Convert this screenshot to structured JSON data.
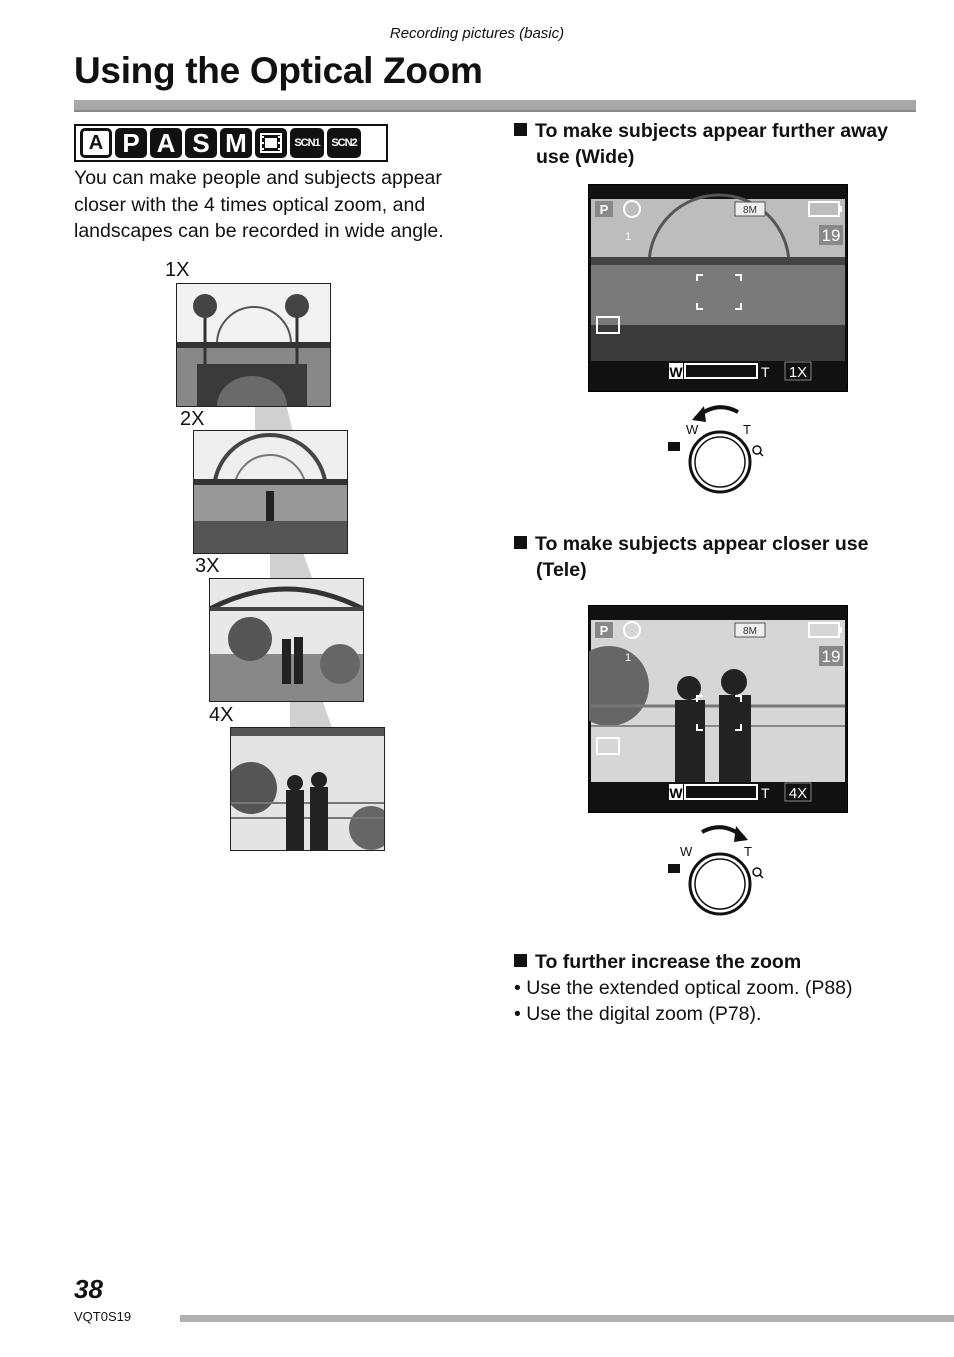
{
  "header_caption": "Recording pictures (basic)",
  "title": "Using the Optical Zoom",
  "modes": [
    {
      "label": "A",
      "icon": "intelligent-auto-icon"
    },
    {
      "label": "P",
      "icon": "program-ae-icon"
    },
    {
      "label": "A",
      "icon": "aperture-priority-icon"
    },
    {
      "label": "S",
      "icon": "shutter-priority-icon"
    },
    {
      "label": "M",
      "icon": "manual-exposure-icon"
    },
    {
      "label": "",
      "icon": "motion-picture-icon"
    },
    {
      "label": "SCN1",
      "icon": "scene-mode-1-icon"
    },
    {
      "label": "SCN2",
      "icon": "scene-mode-2-icon"
    }
  ],
  "intro": "You can make people and subjects appear closer with the 4 times optical zoom, and landscapes can be recorded in wide angle.",
  "zoom_steps": [
    "1X",
    "2X",
    "3X",
    "4X"
  ],
  "sections": {
    "wide": {
      "heading_line1": "To make subjects appear further away",
      "heading_line2": "use (Wide)",
      "lcd": {
        "mode": "P",
        "size": "8M",
        "count": "19",
        "stab": "1",
        "w": "W",
        "t": "T",
        "zoom": "1X"
      },
      "lever": {
        "w": "W",
        "t": "T"
      }
    },
    "tele": {
      "heading_line1": "To make subjects appear closer use",
      "heading_line2": "(Tele)",
      "lcd": {
        "mode": "P",
        "size": "8M",
        "count": "19",
        "stab": "1",
        "w": "W",
        "t": "T",
        "zoom": "4X"
      },
      "lever": {
        "w": "W",
        "t": "T"
      }
    },
    "further": {
      "heading": "To further increase the zoom",
      "bullets": [
        "• Use the extended optical zoom. (P88)",
        "• Use the digital zoom (P78)."
      ]
    }
  },
  "footer": {
    "page_number": "38",
    "doc_code": "VQT0S19"
  }
}
